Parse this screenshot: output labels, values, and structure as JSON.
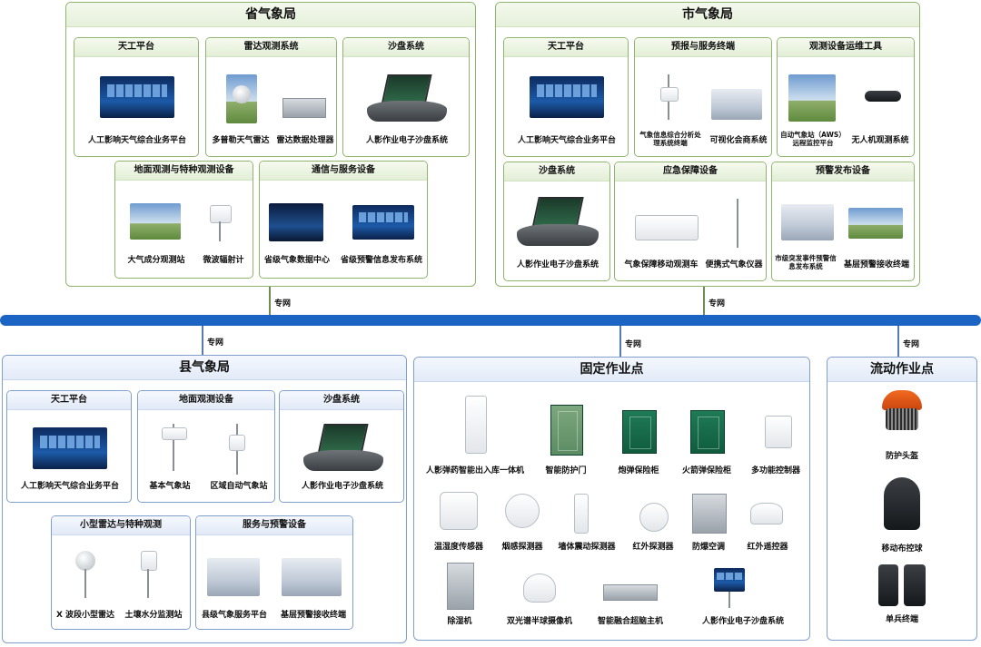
{
  "provincial": {
    "title": "省气象局",
    "groups": [
      {
        "title": "天工平台",
        "items": [
          "人工影响天气综合业务平台"
        ]
      },
      {
        "title": "雷达观测系统",
        "items": [
          "多普勒天气雷达",
          "雷达数据处理器"
        ]
      },
      {
        "title": "沙盘系统",
        "items": [
          "人影作业电子沙盘系统"
        ]
      },
      {
        "title": "地面观测与特种观测设备",
        "items": [
          "大气成分观测站",
          "微波辐射计"
        ]
      },
      {
        "title": "通信与服务设备",
        "items": [
          "省级气象数据中心",
          "省级预警信息发布系统"
        ]
      }
    ]
  },
  "city": {
    "title": "市气象局",
    "groups": [
      {
        "title": "天工平台",
        "items": [
          "人工影响天气综合业务平台"
        ]
      },
      {
        "title": "预报与服务终端",
        "items": [
          "气象信息综合分析处理系统终端",
          "可视化会商系统"
        ]
      },
      {
        "title": "观测设备运维工具",
        "items": [
          "自动气象站（AWS）远程监控平台",
          "无人机观测系统"
        ]
      },
      {
        "title": "沙盘系统",
        "items": [
          "人影作业电子沙盘系统"
        ]
      },
      {
        "title": "应急保障设备",
        "items": [
          "气象保障移动观测车",
          "便携式气象仪器"
        ]
      },
      {
        "title": "预警发布设备",
        "items": [
          "市级突发事件预警信息发布系统",
          "基层预警接收终端"
        ]
      }
    ]
  },
  "network": {
    "label": "专网"
  },
  "county": {
    "title": "县气象局",
    "groups": [
      {
        "title": "天工平台",
        "items": [
          "人工影响天气综合业务平台"
        ]
      },
      {
        "title": "地面观测设备",
        "items": [
          "基本气象站",
          "区域自动气象站"
        ]
      },
      {
        "title": "沙盘系统",
        "items": [
          "人影作业电子沙盘系统"
        ]
      },
      {
        "title": "小型雷达与特种观测",
        "items": [
          "X 波段小型雷达",
          "土壤水分监测站"
        ]
      },
      {
        "title": "服务与预警设备",
        "items": [
          "县级气象服务平台",
          "基层预警接收终端"
        ]
      }
    ]
  },
  "fixed": {
    "title": "固定作业点",
    "items": [
      "人影弹药智能出入库一体机",
      "智能防护门",
      "炮弹保险柜",
      "火箭弹保险柜",
      "多功能控制器",
      "温湿度传感器",
      "烟感探测器",
      "墙体震动探测器",
      "红外探测器",
      "防爆空调",
      "红外遥控器",
      "除湿机",
      "双光谱半球摄像机",
      "智能融合超脑主机",
      "人影作业电子沙盘系统"
    ]
  },
  "mobile": {
    "title": "流动作业点",
    "items": [
      "防护头盔",
      "移动布控球",
      "单兵终端"
    ]
  },
  "colors": {
    "bus": "#1b64c4",
    "green_border": "#8fb46d",
    "blue_border": "#7f9fcf"
  }
}
